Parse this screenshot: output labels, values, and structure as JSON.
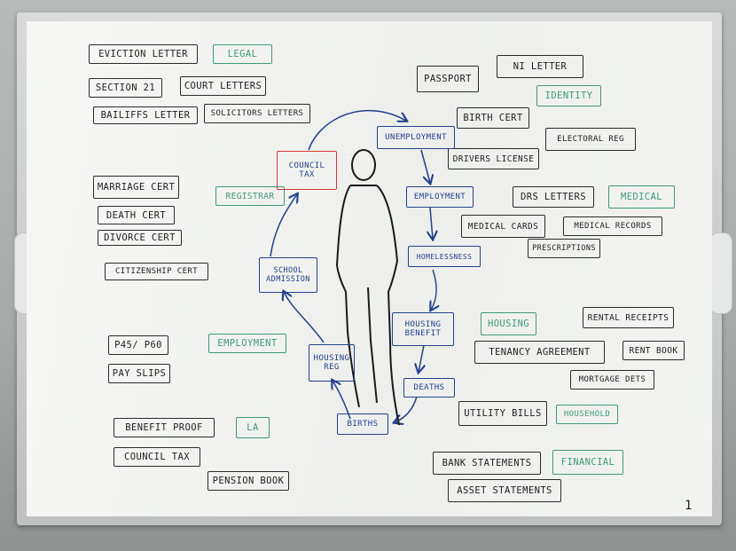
{
  "legal": [
    "EVICTION LETTER",
    "LEGAL",
    "SECTION 21",
    "COURT LETTERS",
    "BAILIFFS LETTER",
    "SOLICITORS LETTERS"
  ],
  "registrar": [
    "MARRIAGE CERT",
    "DEATH CERT",
    "DIVORCE CERT",
    "CITIZENSHIP CERT",
    "REGISTRAR"
  ],
  "employment": [
    "P45/ P60",
    "PAY SLIPS",
    "EMPLOYMENT"
  ],
  "la": [
    "BENEFIT PROOF",
    "COUNCIL TAX",
    "PENSION BOOK",
    "LA"
  ],
  "identity": [
    "PASSPORT",
    "NI LETTER",
    "IDENTITY",
    "BIRTH CERT",
    "ELECTORAL REG",
    "DRIVERS LICENSE"
  ],
  "medical": [
    "DRS LETTERS",
    "MEDICAL",
    "MEDICAL CARDS",
    "MEDICAL RECORDS",
    "PRESCRIPTIONS"
  ],
  "housing": [
    "HOUSING",
    "RENTAL RECEIPTS",
    "TENANCY AGREEMENT",
    "RENT BOOK",
    "MORTGAGE DETS"
  ],
  "household": [
    "UTILITY BILLS",
    "HOUSEHOLD"
  ],
  "financial": [
    "BANK STATEMENTS",
    "FINANCIAL",
    "ASSET STATEMENTS"
  ],
  "cycle": [
    "COUNCIL TAX",
    "UNEMPLOYMENT",
    "EMPLOYMENT",
    "HOMELESSNESS",
    "HOUSING BENEFIT",
    "DEATHS",
    "BIRTHS",
    "HOUSING REG",
    "SCHOOL ADMISSION"
  ],
  "corner_mark": "1",
  "colors": {
    "black": "#2b2b2b",
    "green": "#3d9a79",
    "blue": "#22408c",
    "red": "#d23a3a"
  }
}
